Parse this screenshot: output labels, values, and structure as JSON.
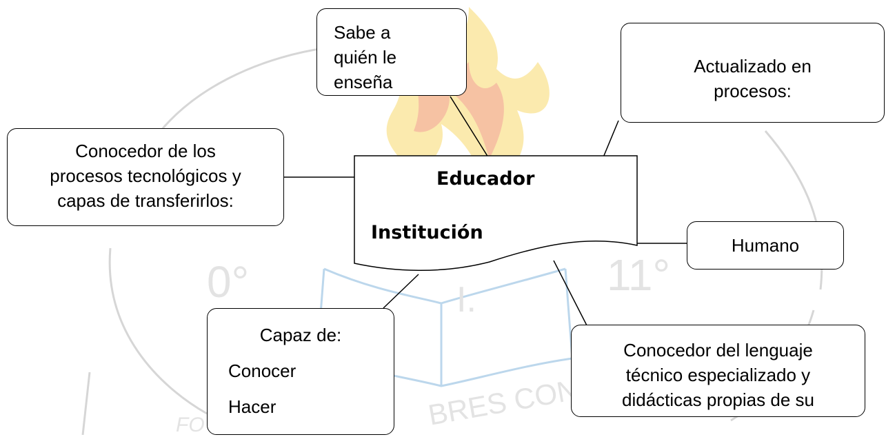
{
  "watermark": {
    "left_text": "0°",
    "center_text": "I.",
    "right_text": "11°",
    "bottom_text": "BRES CON",
    "bottom_left_text": "FO",
    "colors": {
      "flame_red": "#f3a09a",
      "flame_yellow": "#f8d96b",
      "line_gray": "#d6d6d6",
      "book_blue": "#bcd7ec"
    }
  },
  "central": {
    "title": "Educador",
    "subtitle": "Institución"
  },
  "nodes": {
    "top": {
      "line1": "Sabe a",
      "line2": "quién le",
      "line3": "enseña"
    },
    "top_right": {
      "line1": "Actualizado en",
      "line2": "procesos:"
    },
    "left": {
      "line1": "Conocedor de los",
      "line2": "procesos tecnológicos y",
      "line3": "capas de transferirlos:"
    },
    "right": {
      "text": "Humano"
    },
    "bottom_left": {
      "line1": "Capaz de:",
      "line2": "Conocer",
      "line3": "Hacer"
    },
    "bottom_right": {
      "line1": "Conocedor del lenguaje",
      "line2": "técnico especializado y",
      "line3": "didácticas propias de su"
    }
  },
  "colors": {
    "stroke": "#000000",
    "background": "#ffffff"
  }
}
